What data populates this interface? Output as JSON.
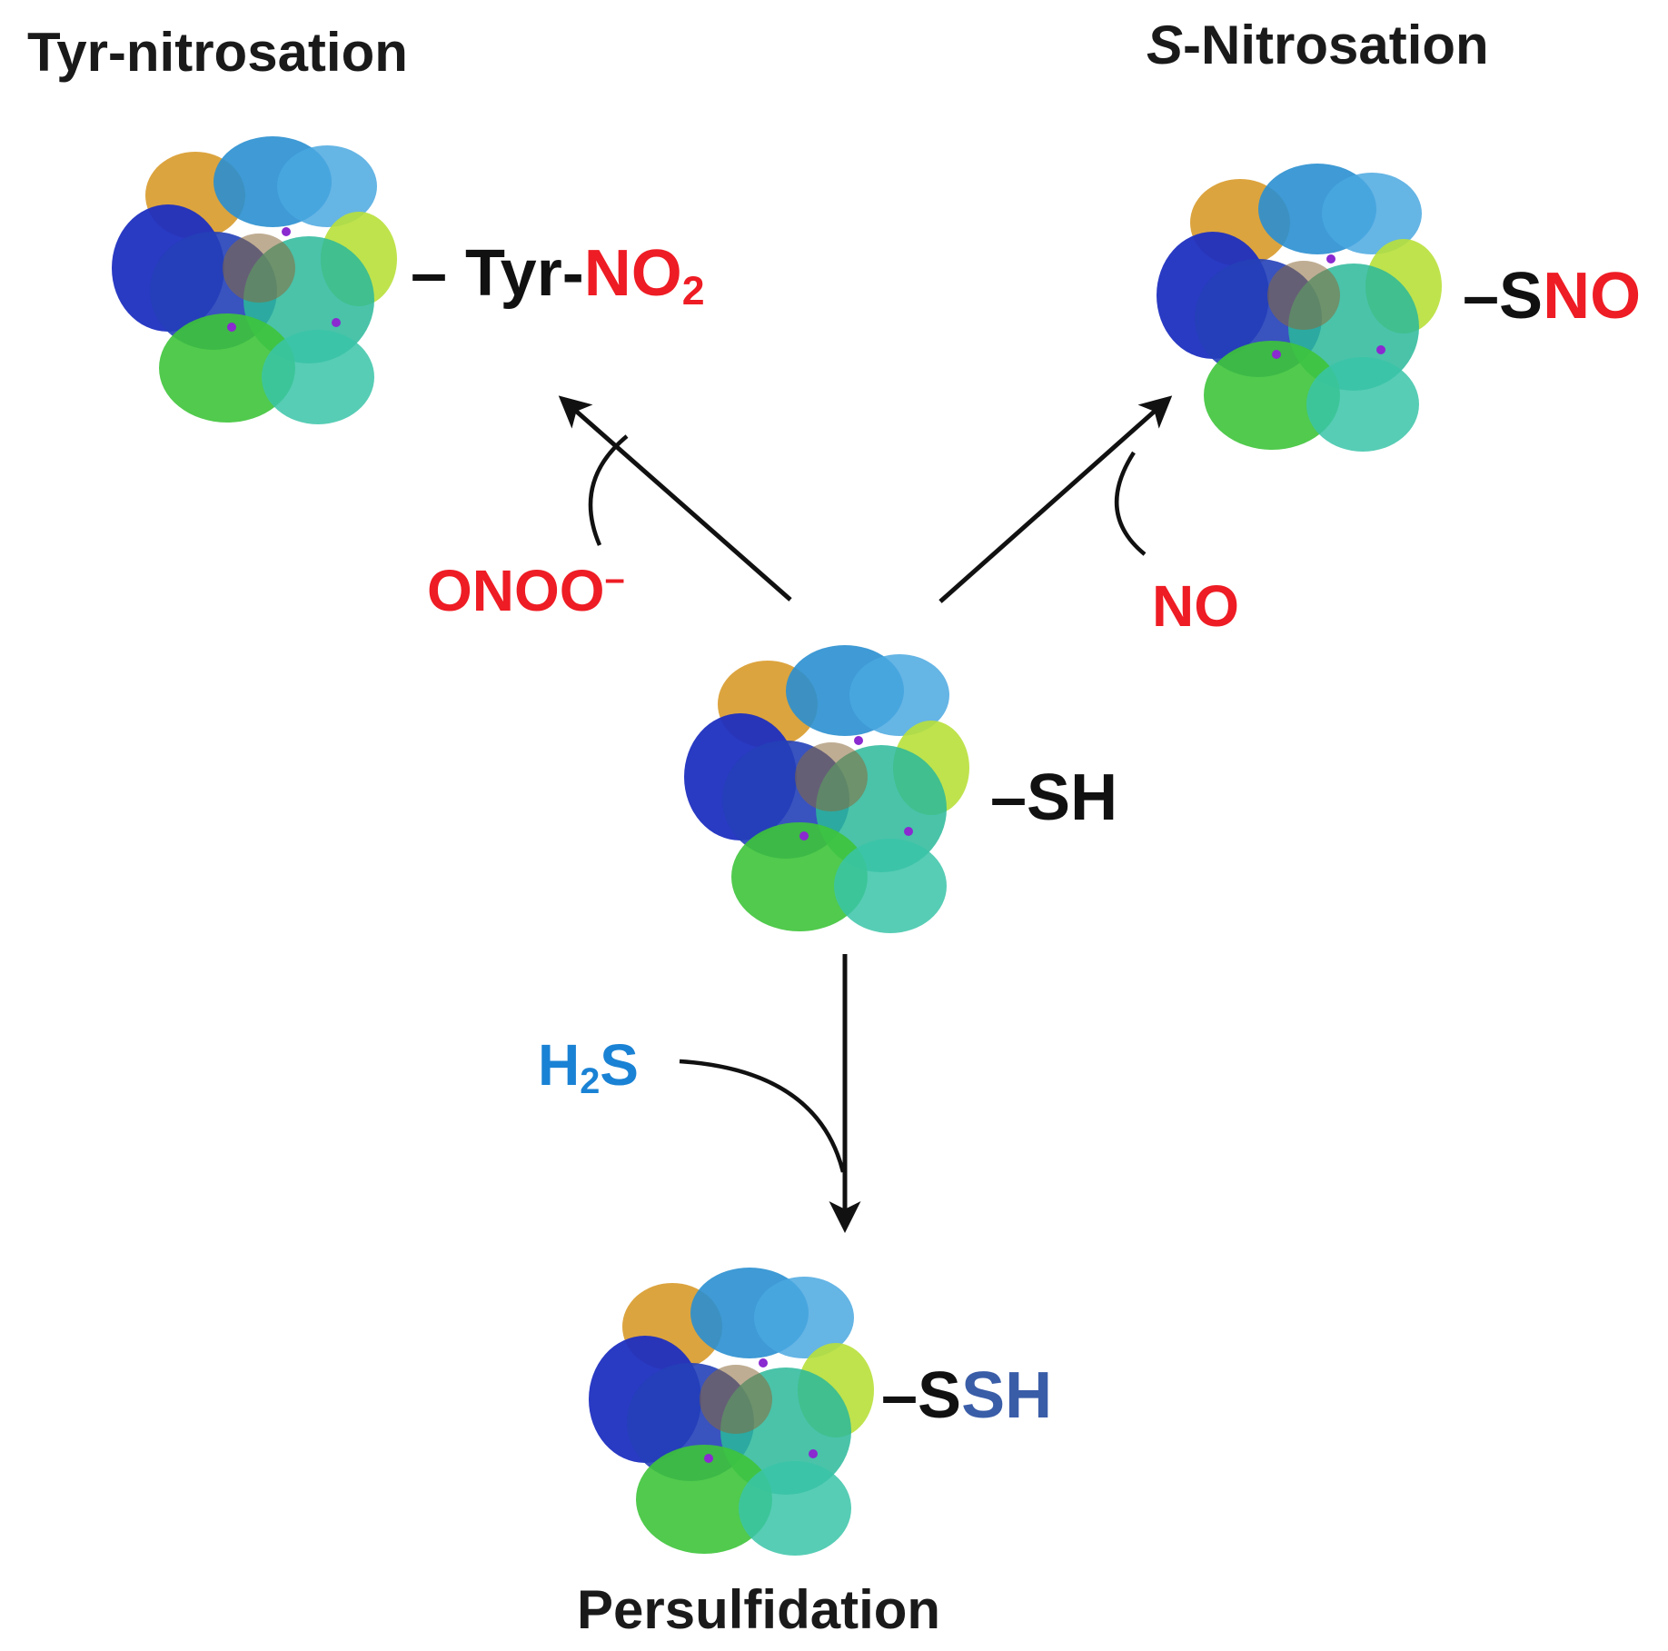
{
  "titles": {
    "tyr": "Tyr-nitrosation",
    "s_nitro_italic": "S",
    "s_nitro_rest": "-Nitrosation",
    "persulf": "Persulfidation"
  },
  "groups": {
    "tyr_prefix": "– Tyr-",
    "tyr_no": "NO",
    "tyr_sub": "2",
    "sno_s": "–S",
    "sno_no": "NO",
    "sh": "–SH",
    "ssh_s": "–S",
    "ssh_sh": "SH"
  },
  "reagents": {
    "onoo": "ONOO",
    "onoo_charge": "–",
    "no": "NO",
    "h2s_h": "H",
    "h2s_sub": "2",
    "h2s_s": "S"
  },
  "colors": {
    "red": "#ee1c24",
    "blue_h2s": "#1a82d4",
    "blue_ssh": "#3a5da8",
    "black": "#111111"
  },
  "icons": {
    "protein": "protein-structure-icon"
  }
}
